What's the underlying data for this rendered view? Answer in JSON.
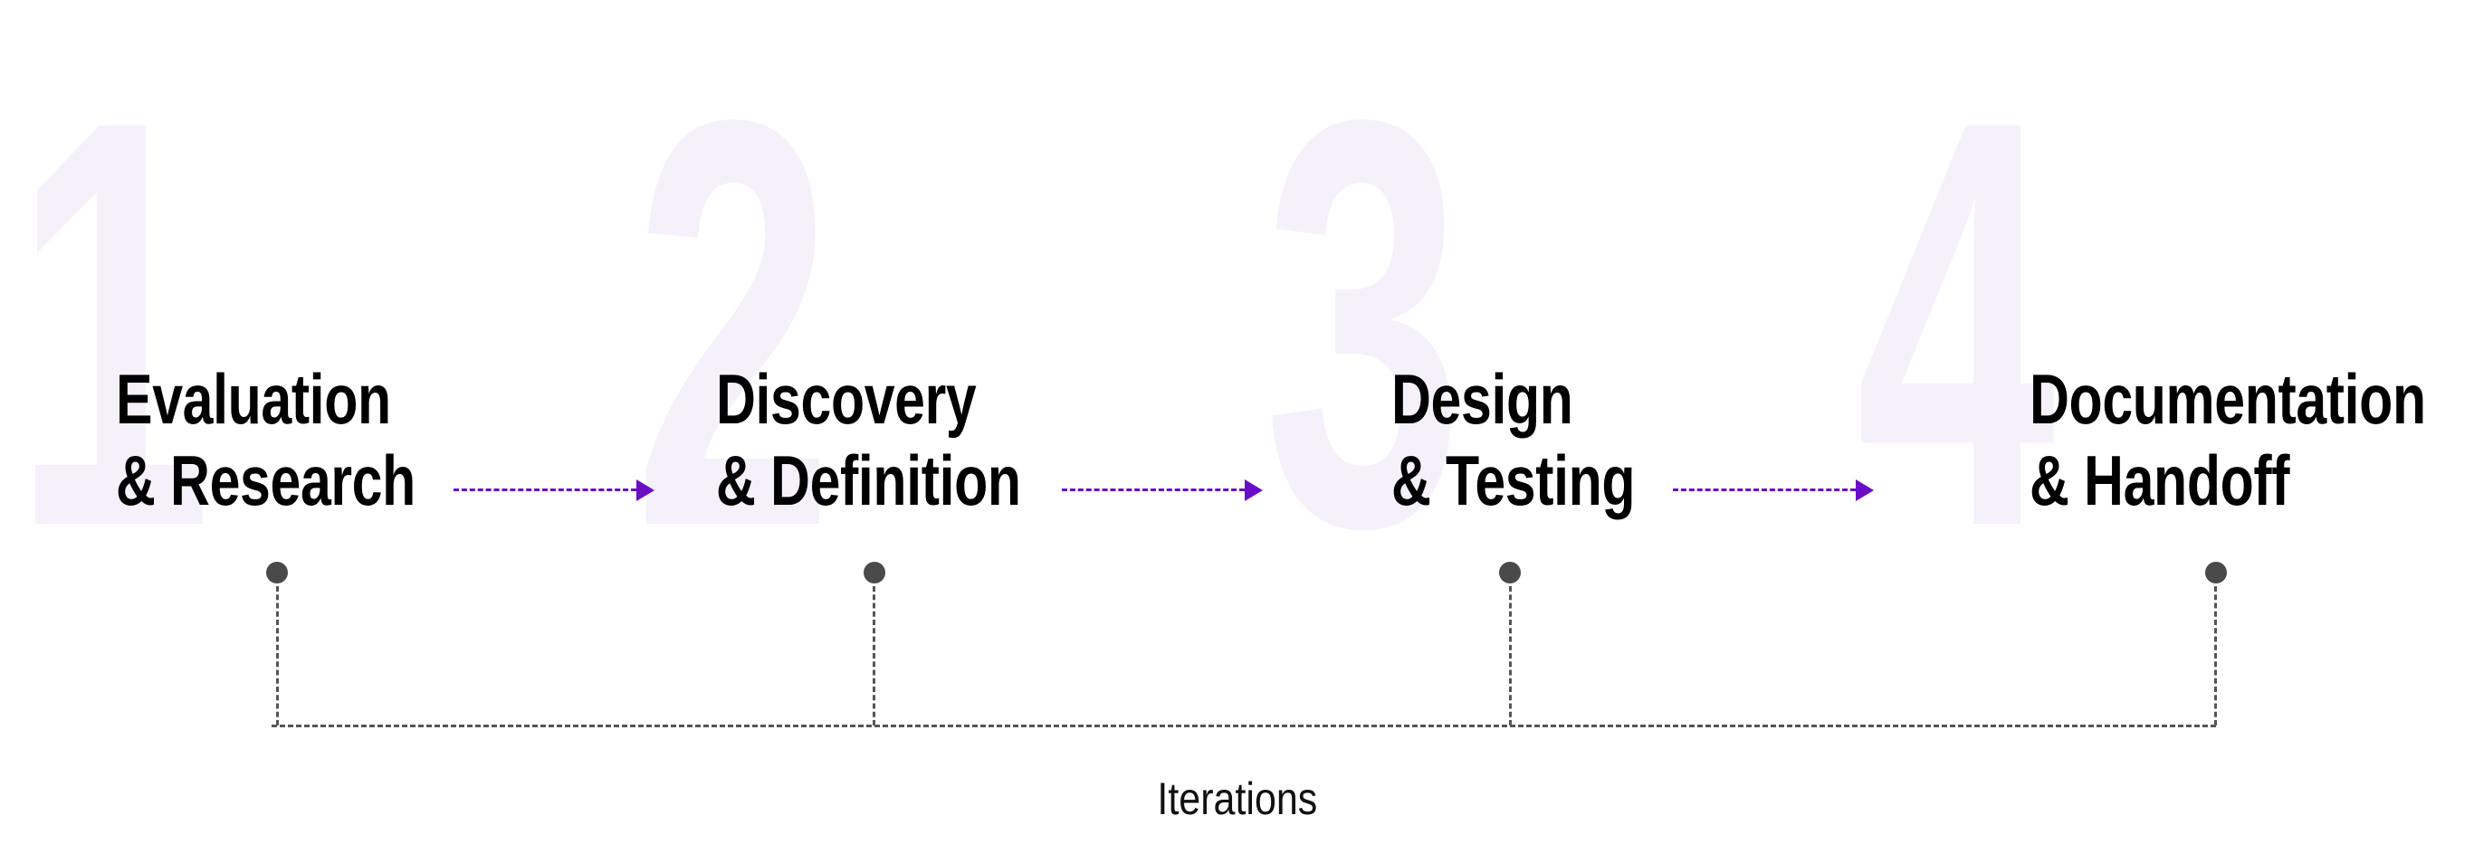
{
  "diagram": {
    "type": "process-flow",
    "colors": {
      "background": "#ffffff",
      "number_watermark": "#f5f1fb",
      "title_text": "#000000",
      "arrow": "#6a0dc7",
      "dot": "#4a4a4a",
      "connector": "#555555"
    },
    "steps": [
      {
        "number": "1",
        "title_line1": "Evaluation",
        "title_line2": "& Research"
      },
      {
        "number": "2",
        "title_line1": "Discovery",
        "title_line2": "& Definition"
      },
      {
        "number": "3",
        "title_line1": "Design",
        "title_line2": "& Testing"
      },
      {
        "number": "4",
        "title_line1": "Documentation",
        "title_line2": "& Handoff"
      }
    ],
    "arrows": [
      {
        "from": "Evaluation & Research",
        "to": "Discovery & Definition",
        "style": "dotted",
        "icon": "arrow-right-icon"
      },
      {
        "from": "Discovery & Definition",
        "to": "Design & Testing",
        "style": "dotted",
        "icon": "arrow-right-icon"
      },
      {
        "from": "Design & Testing",
        "to": "Documentation & Handoff",
        "style": "dotted",
        "icon": "arrow-right-icon"
      }
    ],
    "iteration_bracket": {
      "label": "Iterations",
      "connects": [
        "1",
        "2",
        "3",
        "4"
      ]
    }
  }
}
